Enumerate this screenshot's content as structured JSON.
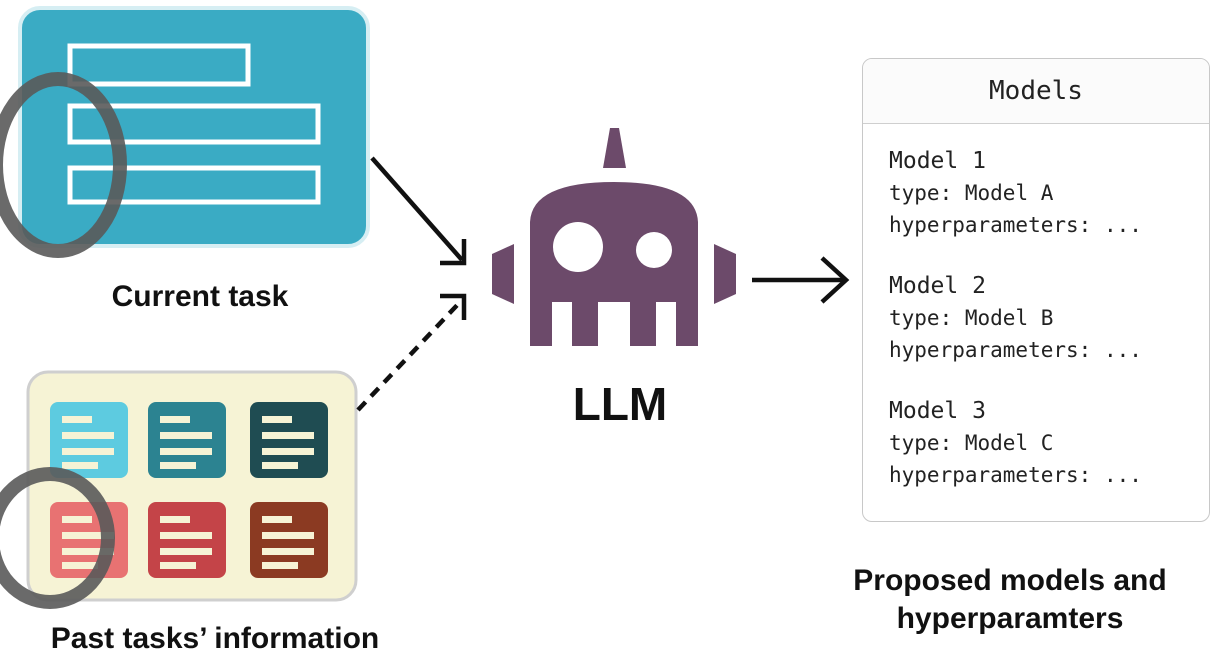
{
  "diagram": {
    "current_task_label": "Current task",
    "past_tasks_label": "Past tasks’ information",
    "llm_label": "LLM",
    "output_label_line1": "Proposed models and",
    "output_label_line2": "hyperparamters",
    "colors": {
      "current_task_card": "#3aabc4",
      "past_tasks_panel": "#f6f3d5",
      "robot": "#6c4a6a",
      "highlight_ring": "#5a5a5a",
      "tile_colors": [
        "#5dcbe0",
        "#2c8391",
        "#1f4c52",
        "#e87272",
        "#c44448",
        "#8b3a22"
      ]
    }
  },
  "models_panel": {
    "title": "Models",
    "type_key": "type:",
    "hp_key": "hyperparameters:",
    "models": [
      {
        "name": "Model 1",
        "type": "Model A",
        "hyperparameters": "..."
      },
      {
        "name": "Model 2",
        "type": "Model B",
        "hyperparameters": "..."
      },
      {
        "name": "Model 3",
        "type": "Model C",
        "hyperparameters": "..."
      }
    ]
  }
}
